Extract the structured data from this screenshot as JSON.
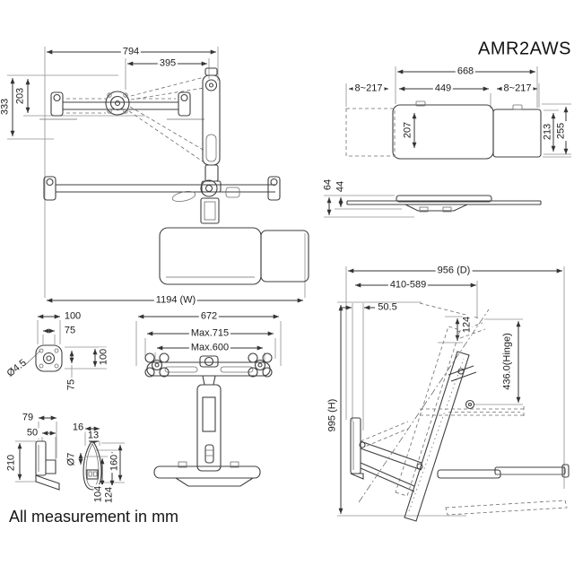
{
  "title": "AMR2AWS",
  "footer": "All measurement in mm",
  "views": {
    "plan": {
      "d794": "794",
      "d395": "395",
      "d333": "333",
      "d203": "203",
      "width": "1194 (W)"
    },
    "tray_plan": {
      "d668": "668",
      "left_range": "8~217",
      "d449": "449",
      "right_range": "8~217",
      "d207": "207",
      "d213": "213",
      "d255": "255"
    },
    "tray_side": {
      "d64": "64",
      "d44": "44"
    },
    "vesa": {
      "d100_h": "100",
      "d75_h": "75",
      "d100_v": "100",
      "d75_v": "75",
      "hole_dia": "Ø4.5"
    },
    "wall_bracket": {
      "d79": "79",
      "d50": "50",
      "d210": "210"
    },
    "pole": {
      "d16": "16",
      "d13": "13",
      "dia": "Ø7",
      "d160": "160",
      "d104": "104",
      "d124": "124"
    },
    "front": {
      "d672": "672",
      "max_715": "Max.715",
      "max_600": "Max.600"
    },
    "side": {
      "depth": "956 (D)",
      "range": "410-589",
      "d50_5": "50.5",
      "d124": "124",
      "hinge": "436.0(Hinge)",
      "height": "995 (H)"
    }
  }
}
